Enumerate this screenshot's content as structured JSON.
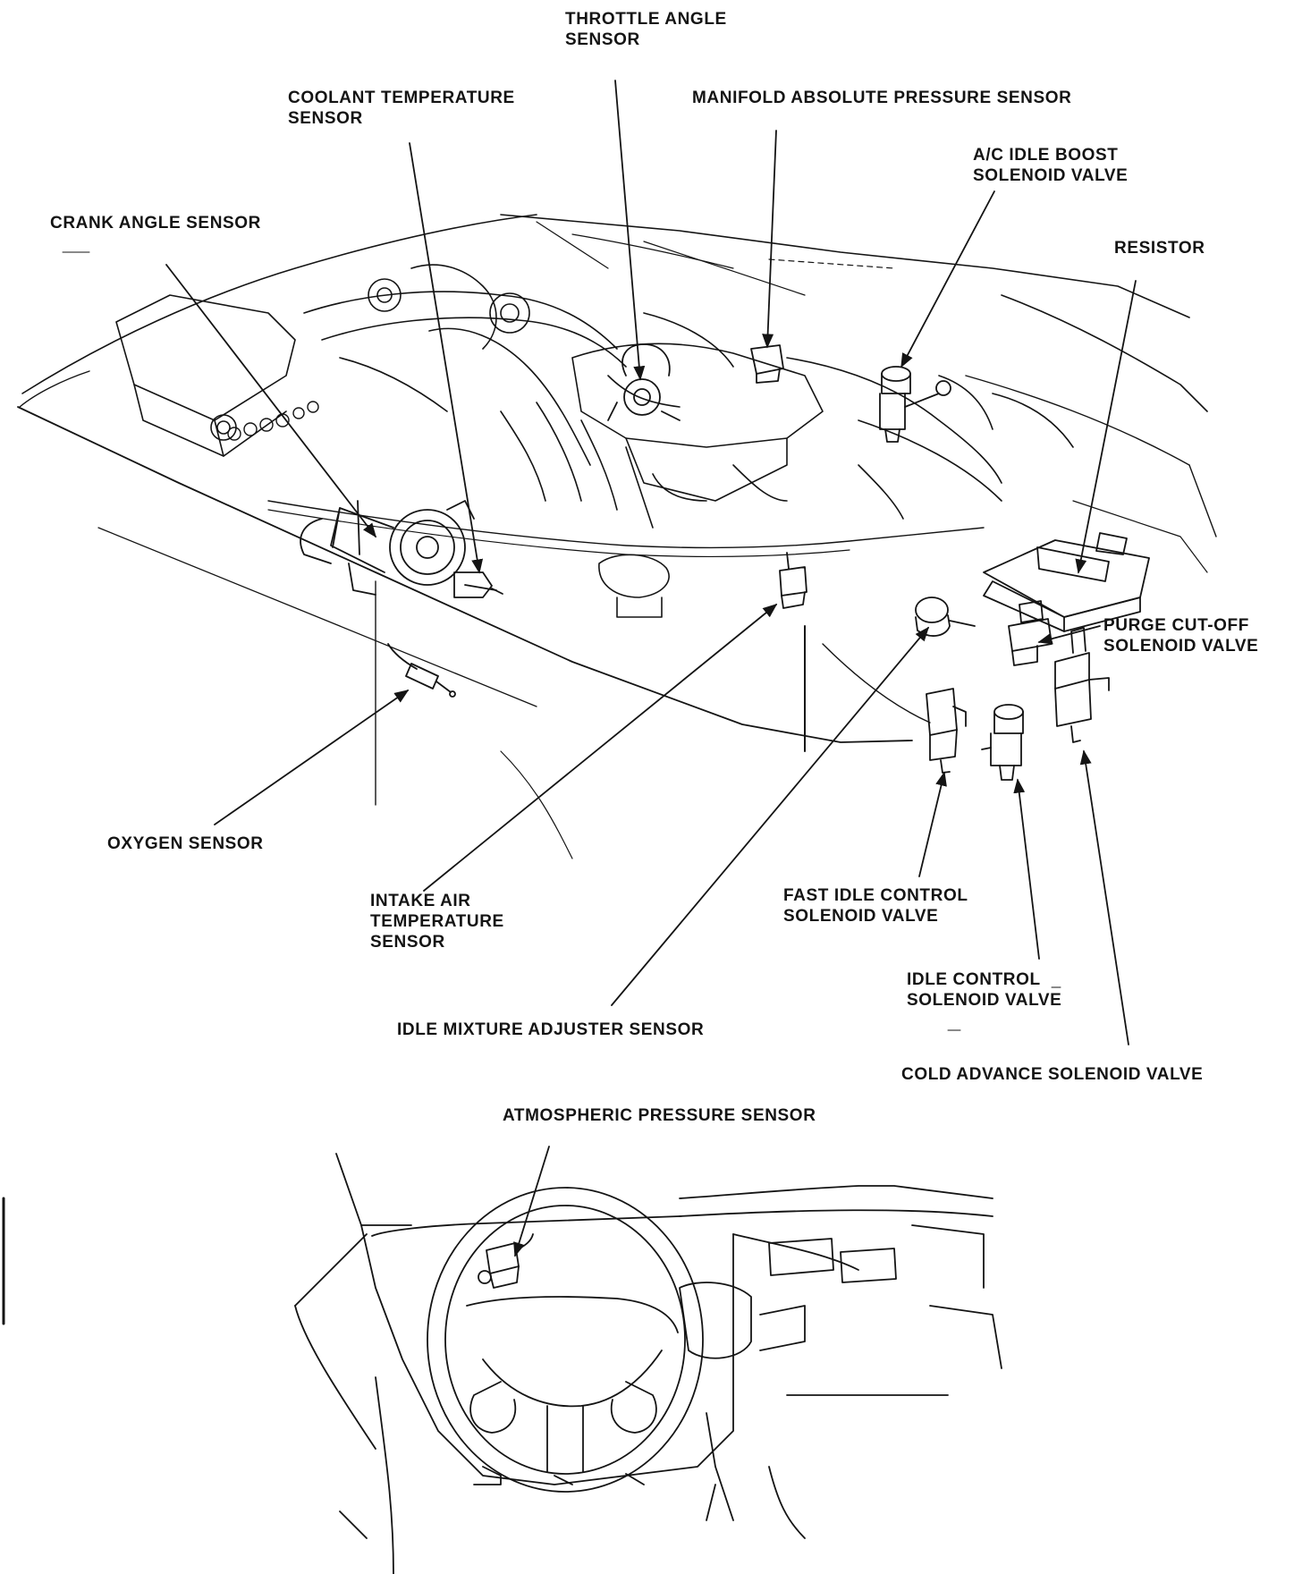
{
  "colors": {
    "ink": "#141414",
    "paper": "#ffffff"
  },
  "labels": {
    "throttle_angle_sensor": [
      "THROTTLE ANGLE",
      "SENSOR"
    ],
    "coolant_temperature_sensor": [
      "COOLANT TEMPERATURE",
      "SENSOR"
    ],
    "manifold_absolute_pressure_sensor": [
      "MANIFOLD ABSOLUTE PRESSURE SENSOR"
    ],
    "ac_idle_boost_solenoid_valve": [
      "A/C IDLE BOOST",
      "SOLENOID VALVE"
    ],
    "crank_angle_sensor": [
      "CRANK ANGLE SENSOR"
    ],
    "resistor": [
      "RESISTOR"
    ],
    "purge_cut_off_solenoid_valve": [
      "PURGE CUT-OFF",
      "SOLENOID VALVE"
    ],
    "oxygen_sensor": [
      "OXYGEN SENSOR"
    ],
    "intake_air_temperature_sensor": [
      "INTAKE AIR",
      "TEMPERATURE",
      "SENSOR"
    ],
    "fast_idle_control_solenoid_valve": [
      "FAST IDLE CONTROL",
      "SOLENOID VALVE"
    ],
    "idle_control_solenoid_valve": [
      "IDLE CONTROL",
      "SOLENOID VALVE"
    ],
    "idle_mixture_adjuster_sensor": [
      "IDLE MIXTURE ADJUSTER SENSOR"
    ],
    "cold_advance_solenoid_valve": [
      "COLD ADVANCE SOLENOID VALVE"
    ],
    "atmospheric_pressure_sensor": [
      "ATMOSPHERIC PRESSURE SENSOR"
    ]
  }
}
